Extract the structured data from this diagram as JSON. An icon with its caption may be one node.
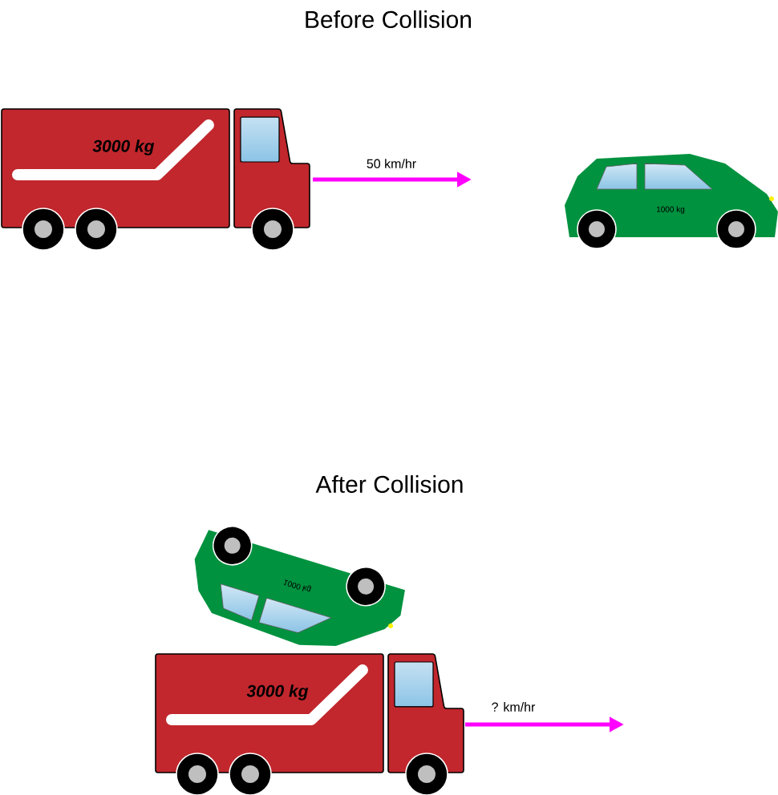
{
  "diagram": {
    "labels": [
      "Before Collision",
      "3000 kg",
      "50 km/hr",
      "1000 kg",
      "After Collision",
      "1000 kg",
      "3000 kg",
      "? km/hr"
    ]
  }
}
